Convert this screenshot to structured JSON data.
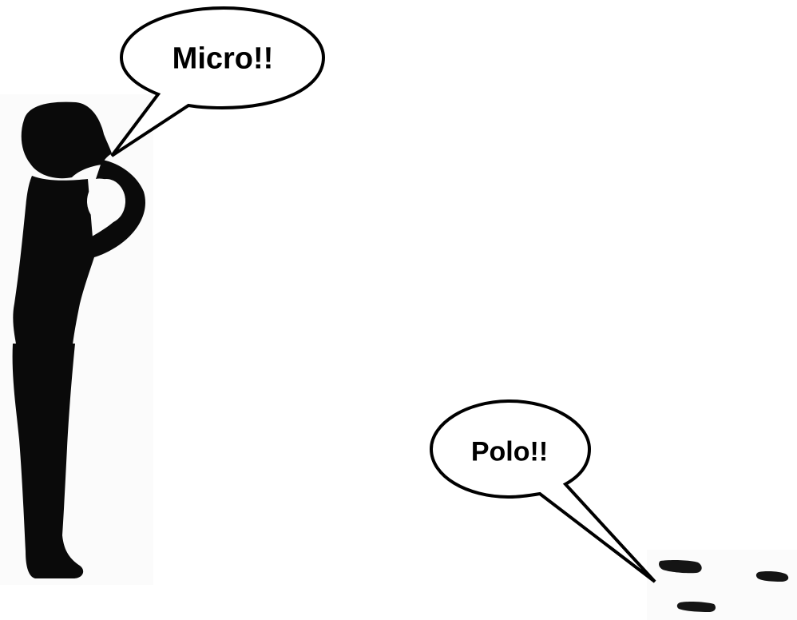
{
  "scene": {
    "background": "#ffffff",
    "figure_panel_color": "#fbfbfb",
    "silhouette_color": "#0a0a0a"
  },
  "bubbles": [
    {
      "id": "micro",
      "text": "Micro!!",
      "speaker": "standing-person"
    },
    {
      "id": "polo",
      "text": "Polo!!",
      "speaker": "tiny-blobs"
    }
  ],
  "characters": [
    {
      "id": "standing-person",
      "description": "black silhouette of a person calling out with hand to mouth"
    },
    {
      "id": "tiny-blobs",
      "description": "three small dark blob shapes"
    }
  ]
}
